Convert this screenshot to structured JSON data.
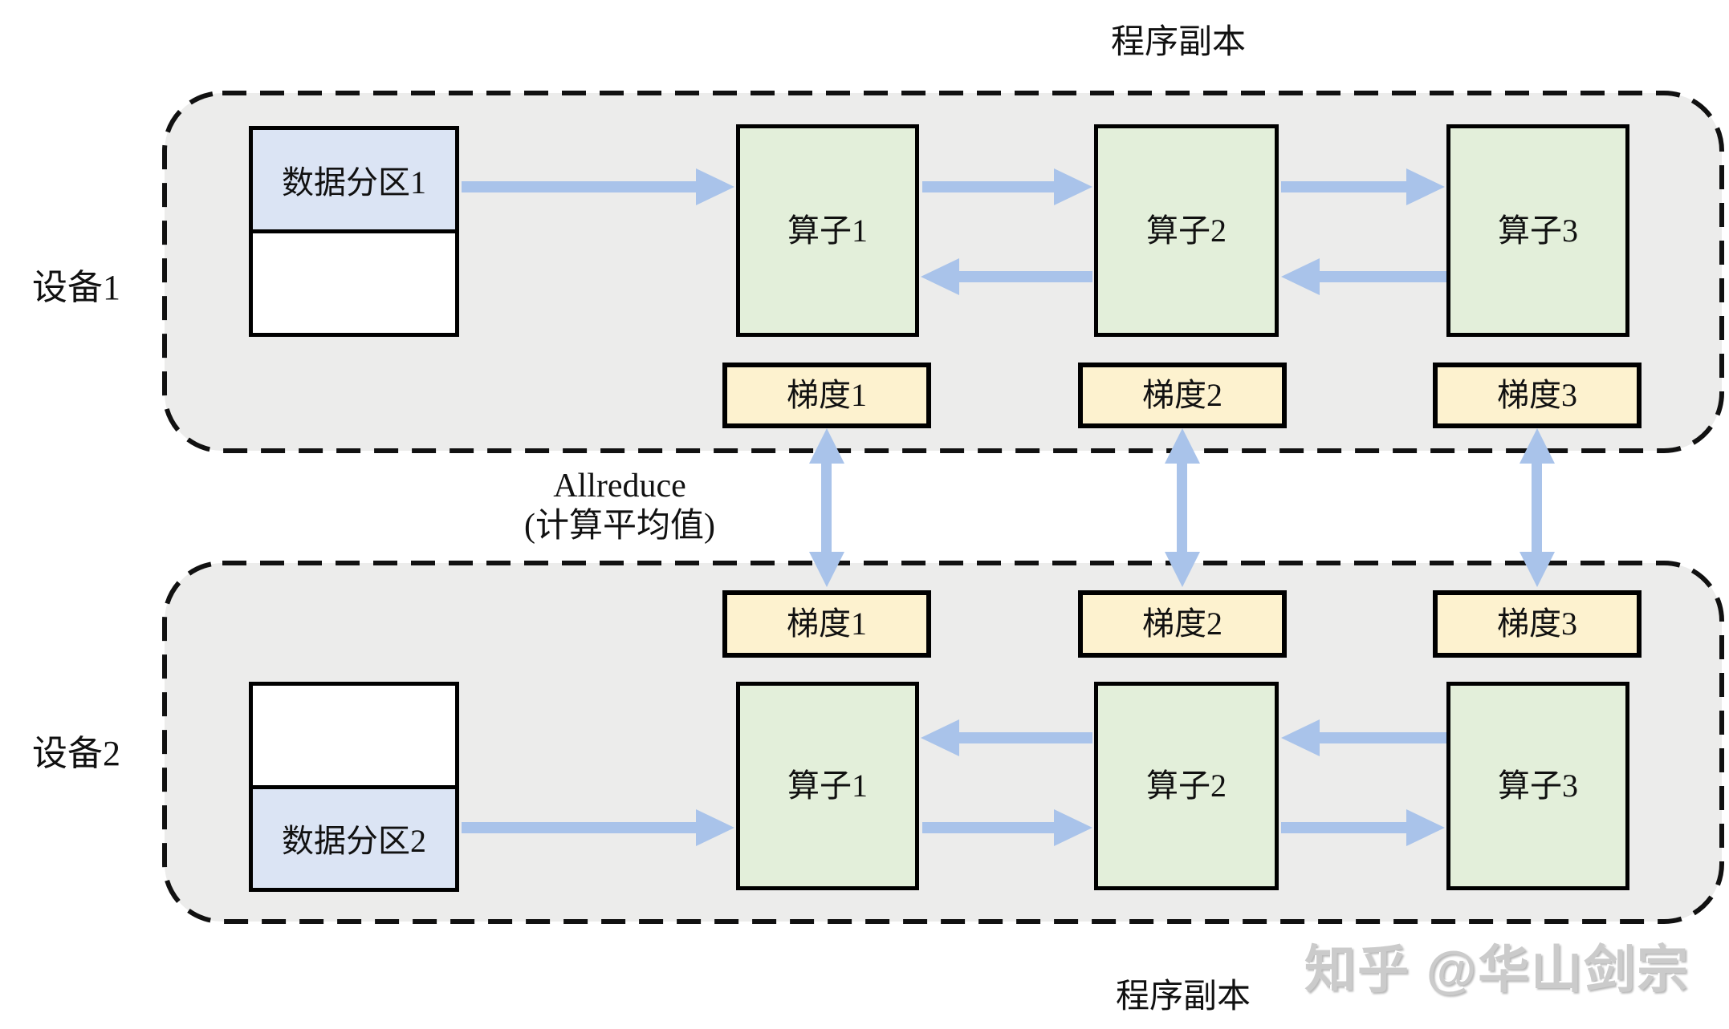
{
  "labels": {
    "program_replica_top": "程序副本",
    "program_replica_bottom": "程序副本",
    "allreduce_line1": "Allreduce",
    "allreduce_line2": "(计算平均值)",
    "watermark": "知乎 @华山剑宗"
  },
  "devices": [
    {
      "label": "设备1",
      "partition": {
        "label": "数据分区1",
        "filled_position": "top"
      },
      "operators": [
        "算子1",
        "算子2",
        "算子3"
      ],
      "gradients": [
        "梯度1",
        "梯度2",
        "梯度3"
      ]
    },
    {
      "label": "设备2",
      "partition": {
        "label": "数据分区2",
        "filled_position": "bottom"
      },
      "operators": [
        "算子1",
        "算子2",
        "算子3"
      ],
      "gradients": [
        "梯度1",
        "梯度2",
        "梯度3"
      ]
    }
  ],
  "colors": {
    "device_fill": "#ececeb",
    "partition_fill": "#dbe4f4",
    "operator_fill": "#e3efda",
    "gradient_fill": "#fdf2cf",
    "arrow": "#a9c3ea",
    "border": "#000000"
  }
}
